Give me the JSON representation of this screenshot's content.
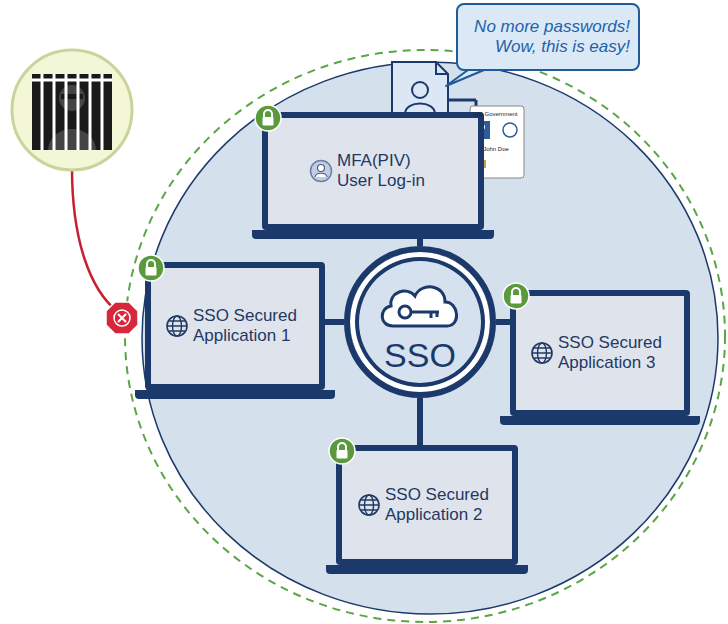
{
  "diagram": {
    "nodes": [
      {
        "text": [
          "No more passwords! Wow, this is easy!"
        ]
      },
      {
        "text": [
          "MFA(PIV) User Log-in"
        ]
      },
      {
        "text": [
          "SSO Secured Application 1"
        ]
      },
      {
        "text": [
          "SSO"
        ]
      },
      {
        "text": [
          "SSO Secured Application 3"
        ]
      },
      {
        "text": [
          "SSO Secured Application 2"
        ]
      }
    ],
    "edges": [
      {
        "from": 1,
        "to": 3,
        "arrow": "none"
      },
      {
        "from": 2,
        "to": 3,
        "arrow": "none"
      },
      {
        "from": 4,
        "to": 3,
        "arrow": "none"
      },
      {
        "from": 5,
        "to": 3,
        "arrow": "none"
      }
    ],
    "labels": [
      "US Government",
      "John Doe"
    ]
  }
}
